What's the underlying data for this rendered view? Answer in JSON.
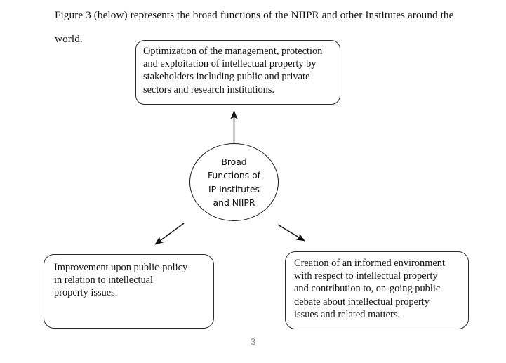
{
  "document": {
    "intro_text": "Figure 3 (below) represents the broad functions of the NIIPR and other Institutes around the world.",
    "page_number": "3"
  },
  "figure": {
    "top_box": {
      "lines": [
        "Optimization of the management, protection",
        "and exploitation of intellectual property by",
        "stakeholders including public and private",
        "sectors and research institutions."
      ]
    },
    "center_node": {
      "lines": [
        "Broad",
        "Functions of",
        "IP Institutes",
        "and NIIPR"
      ]
    },
    "left_box": {
      "lines": [
        "Improvement upon public-policy",
        "in relation to intellectual",
        "property issues."
      ]
    },
    "right_box": {
      "lines": [
        "Creation of an informed environment",
        "with respect to intellectual property",
        "and contribution to, on-going public",
        "debate about intellectual property",
        "issues and related matters."
      ]
    },
    "arrows": [
      {
        "name": "arrow-center-to-top",
        "direction": "up"
      },
      {
        "name": "arrow-center-to-left",
        "direction": "down-left"
      },
      {
        "name": "arrow-center-to-right",
        "direction": "down-right"
      }
    ],
    "colors": {
      "stroke": "#2b2b2b",
      "text": "#111111",
      "background": "#ffffff",
      "page_number": "#8a8a8a"
    }
  }
}
